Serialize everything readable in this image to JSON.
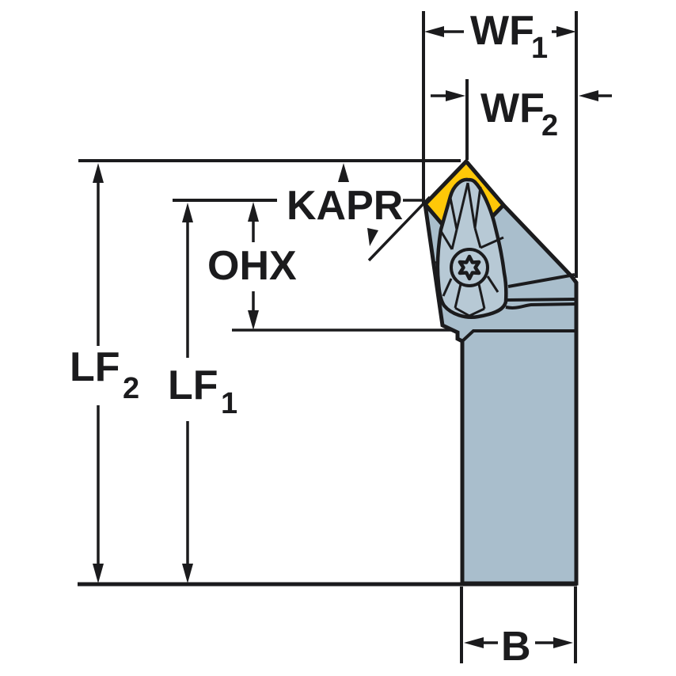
{
  "figure": {
    "kind": "turning-tool-holder dimensional drawing",
    "labels": {
      "wf1_base": "WF",
      "wf1_sub": "1",
      "wf2_base": "WF",
      "wf2_sub": "2",
      "kapr": "KAPR",
      "ohx": "OHX",
      "lf2_base": "LF",
      "lf2_sub": "2",
      "lf1_base": "LF",
      "lf1_sub": "1",
      "b": "B"
    }
  },
  "colors": {
    "background": "#ffffff",
    "line": "#1b1b1d",
    "insert_yellow": "#ffc808",
    "body_blue_gray": "#a9becc",
    "clamp_blue_gray": "#b7c9d5"
  }
}
